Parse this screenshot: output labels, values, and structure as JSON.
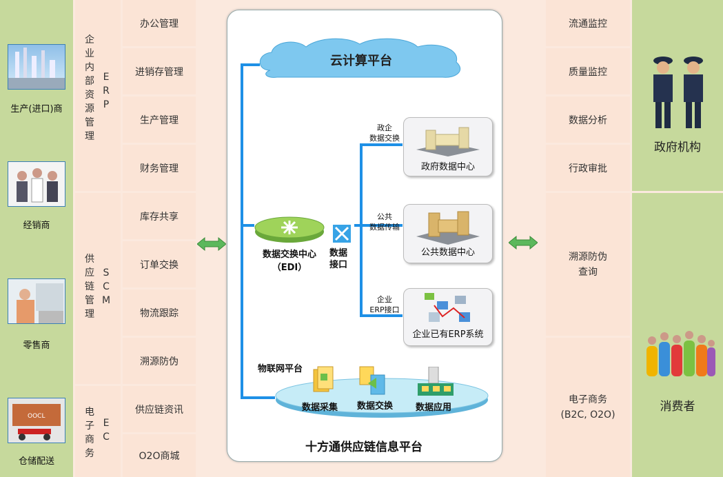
{
  "left_actors": [
    {
      "label": "生产(进口)商",
      "icon": "factory-icon"
    },
    {
      "label": "经销商",
      "icon": "handshake-icon"
    },
    {
      "label": "零售商",
      "icon": "retail-icon"
    },
    {
      "label": "仓储配送",
      "icon": "warehouse-truck-icon"
    }
  ],
  "left_groups": [
    {
      "title": "企业内部资源管理",
      "abbr": "ERP",
      "items": [
        "办公管理",
        "进销存管理",
        "生产管理",
        "财务管理"
      ]
    },
    {
      "title": "供应链管理",
      "abbr": "SCM",
      "items": [
        "库存共享",
        "订单交换",
        "物流跟踪",
        "溯源防伪"
      ]
    },
    {
      "title": "电子商务",
      "abbr": "EC",
      "items": [
        "供应链资讯",
        "O2O商城"
      ]
    }
  ],
  "center": {
    "cloud": "云计算平台",
    "hub_name": "数据交换中心",
    "hub_sub": "（EDI）",
    "interface": [
      "数据",
      "接口"
    ],
    "links": [
      {
        "label": [
          "政企",
          "数据交换"
        ],
        "node": "政府数据中心"
      },
      {
        "label": [
          "公共",
          "数据传输"
        ],
        "node": "公共数据中心"
      },
      {
        "label": [
          "企业",
          "ERP接口"
        ],
        "node": "企业已有ERP系统"
      }
    ],
    "iot_title": "物联网平台",
    "iot_items": [
      "数据采集",
      "数据交换",
      "数据应用"
    ],
    "footer": "十方通供应链信息平台"
  },
  "right_gov_items": [
    "流通监控",
    "质量监控",
    "数据分析",
    "行政审批"
  ],
  "right_consumer_items": [
    [
      "溯源防伪",
      "查询"
    ],
    [
      "电子商务",
      "(B2C, O2O)"
    ]
  ],
  "right_actors": [
    "政府机构",
    "消费者"
  ],
  "colors": {
    "green": "#c6d99c",
    "peach": "#fbe4d6",
    "line_blue": "#1e90e6",
    "arrow_green": "#5cb85c"
  }
}
